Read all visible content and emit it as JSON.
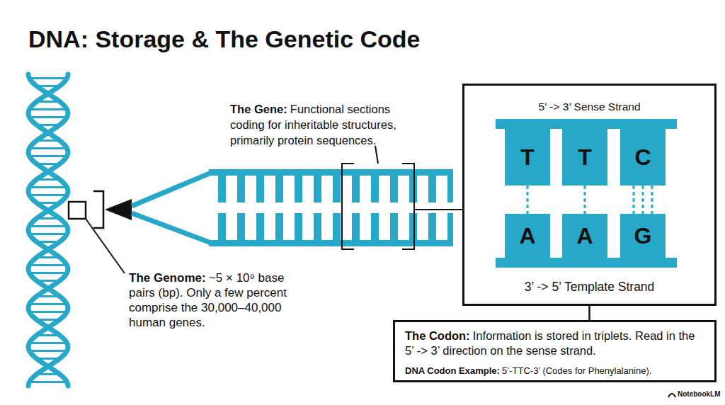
{
  "diagram": {
    "title": "DNA: Storage & The Genetic Code",
    "nodes": [
      {
        "text": [
          "5’ -> 3’ Sense Strand",
          "3’ -> 5’ Template Strand"
        ]
      },
      {
        "text": [
          "T"
        ],
        "in": 0
      },
      {
        "text": [
          "T"
        ],
        "in": 0
      },
      {
        "text": [
          "C"
        ],
        "in": 0
      },
      {
        "text": [
          "A"
        ],
        "in": 0
      },
      {
        "text": [
          "A"
        ],
        "in": 0
      },
      {
        "text": [
          "G"
        ],
        "in": 0
      },
      {
        "text": [
          "The Codon:",
          "Information is stored in triplets. Read in the 5’ -> 3’ direction on the sense strand.",
          "DNA Codon Example:",
          "5’-TTC-3’ (Codes for Phenylalanine)."
        ]
      }
    ],
    "edges": [
      {
        "from": 0,
        "to": 7,
        "arrow": "none"
      },
      {
        "from": 1,
        "to": 4,
        "arrow": "none"
      },
      {
        "from": 2,
        "to": 5,
        "arrow": "none"
      },
      {
        "from": 3,
        "to": 6,
        "arrow": "none"
      },
      {
        "from": 3,
        "to": 6,
        "arrow": "none"
      },
      {
        "from": 3,
        "to": 6,
        "arrow": "none"
      }
    ],
    "labels": [
      "The Gene:",
      "Functional sections coding for inheritable structures, primarily protein sequences.",
      "The Genome:",
      "~5 × 10⁹ base pairs (bp). Only a few percent comprise the 30,000–40,000 human genes.",
      "NotebookLM"
    ]
  }
}
